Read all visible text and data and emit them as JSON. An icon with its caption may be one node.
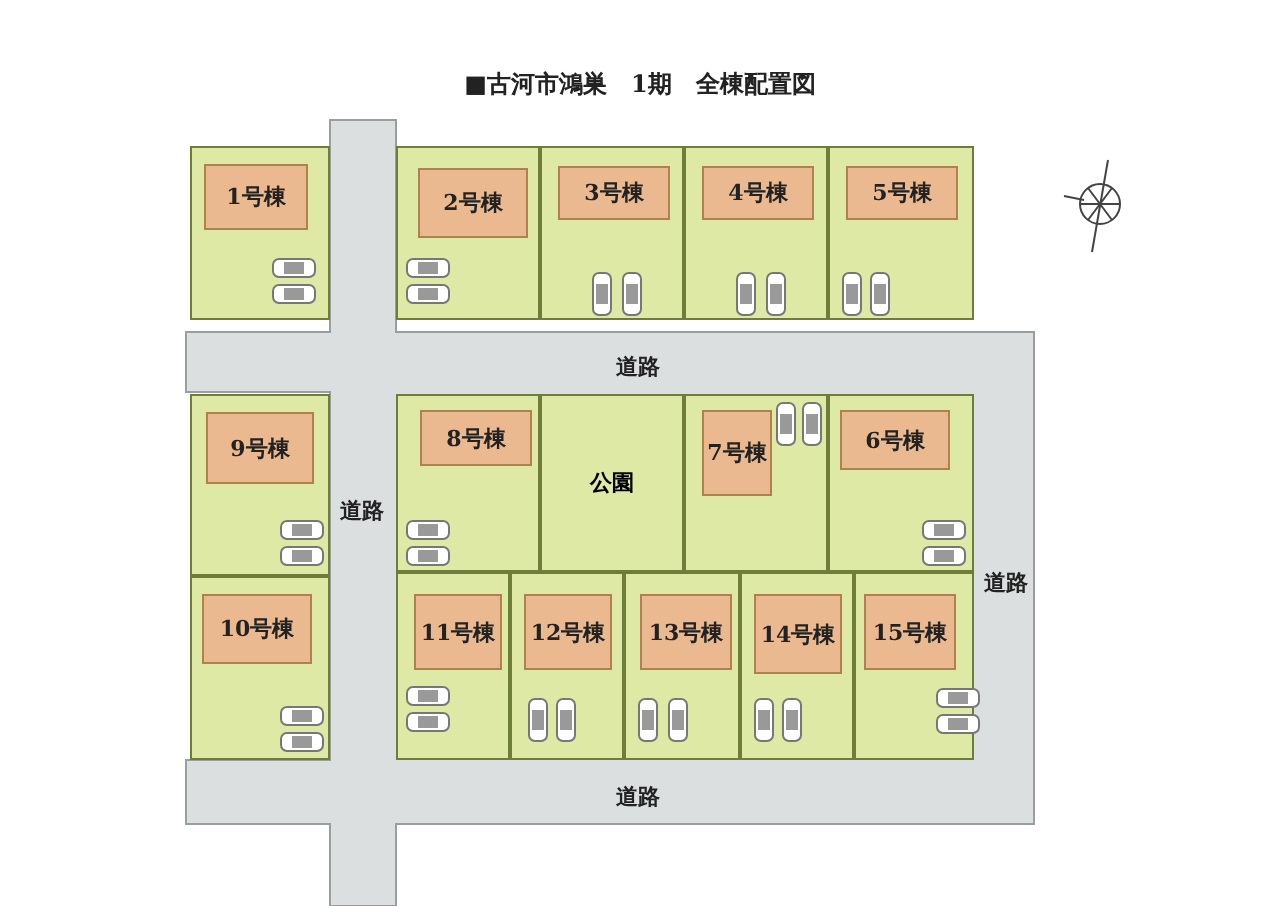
{
  "diagram": {
    "title": "■古河市鴻巣　1期　全棟配置図",
    "nodes": [
      {
        "text": [],
        "shape": "box"
      },
      {
        "text": [
          "1号棟"
        ],
        "in": 0
      },
      {
        "text": [],
        "shape": "box"
      },
      {
        "text": [
          "2号棟"
        ],
        "in": 2
      },
      {
        "text": [],
        "shape": "box"
      },
      {
        "text": [
          "3号棟"
        ],
        "in": 4
      },
      {
        "text": [],
        "shape": "box"
      },
      {
        "text": [
          "4号棟"
        ],
        "in": 6
      },
      {
        "text": [],
        "shape": "box"
      },
      {
        "text": [
          "5号棟"
        ],
        "in": 8
      },
      {
        "text": [],
        "shape": "box"
      },
      {
        "text": [
          "9号棟"
        ],
        "in": 10
      },
      {
        "text": [],
        "shape": "box"
      },
      {
        "text": [
          "8号棟"
        ],
        "in": 12
      },
      {
        "text": [
          "公園"
        ]
      },
      {
        "text": [],
        "shape": "box"
      },
      {
        "text": [
          "7号棟"
        ],
        "in": 15
      },
      {
        "text": [],
        "shape": "box"
      },
      {
        "text": [
          "6号棟"
        ],
        "in": 17
      },
      {
        "text": [],
        "shape": "box"
      },
      {
        "text": [
          "10号棟"
        ],
        "in": 19
      },
      {
        "text": [],
        "shape": "box"
      },
      {
        "text": [
          "11号棟"
        ],
        "in": 21
      },
      {
        "text": [],
        "shape": "box"
      },
      {
        "text": [
          "12号棟"
        ],
        "in": 23
      },
      {
        "text": [],
        "shape": "box"
      },
      {
        "text": [
          "13号棟"
        ],
        "in": 25
      },
      {
        "text": [],
        "shape": "box"
      },
      {
        "text": [
          "14号棟"
        ],
        "in": 27
      },
      {
        "text": [],
        "shape": "box"
      },
      {
        "text": [
          "15号棟"
        ],
        "in": 29
      }
    ],
    "edges": [],
    "labels": [
      "道路",
      "道路",
      "道路",
      "道路"
    ]
  }
}
